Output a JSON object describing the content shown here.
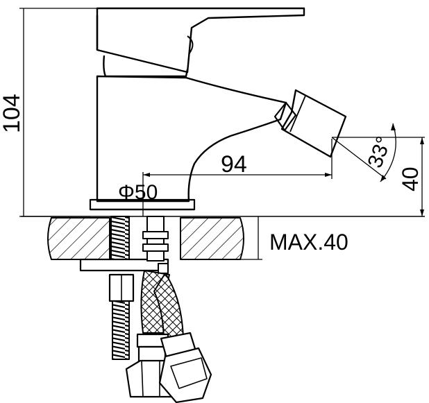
{
  "dimensions": {
    "height_total": "104",
    "spout_reach": "94",
    "base_diameter": "Φ50",
    "spray_angle": "33°",
    "spout_height": "40",
    "max_deck_thickness": "MAX.40"
  },
  "colors": {
    "line": "#000000",
    "background": "#ffffff"
  }
}
